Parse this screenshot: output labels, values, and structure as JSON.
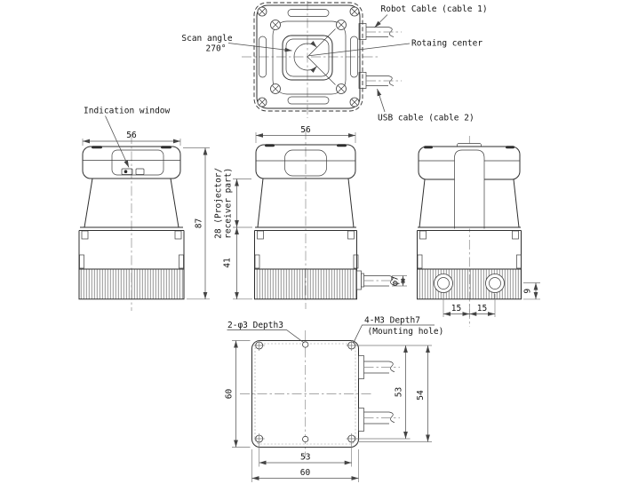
{
  "views": {
    "top": {
      "robot_cable": "Robot Cable (cable 1)",
      "scan_angle_1": "Scan angle",
      "scan_angle_2": "270°",
      "rotating_center": "Rotaing center",
      "usb_cable": "USB cable (cable 2)"
    },
    "front_left": {
      "indication_window": "Indication window",
      "width": "56",
      "height": "87"
    },
    "front_center": {
      "width": "56",
      "projector_1": "28 (Projector/",
      "projector_2": "receiver part)",
      "lower_height": "41",
      "cable_dia": "φ7"
    },
    "side_right": {
      "pitch_left": "15",
      "pitch_right": "15",
      "cable_offset": "9"
    },
    "bottom": {
      "hole_note": "2-φ3 Depth3",
      "mount_note_1": "4-M3 Depth7",
      "mount_note_2": "(Mounting hole)",
      "height_total": "60",
      "hole_pitch_v": "53",
      "edge_to_hole": "54",
      "hole_pitch_h": "53",
      "width_total": "60"
    }
  }
}
